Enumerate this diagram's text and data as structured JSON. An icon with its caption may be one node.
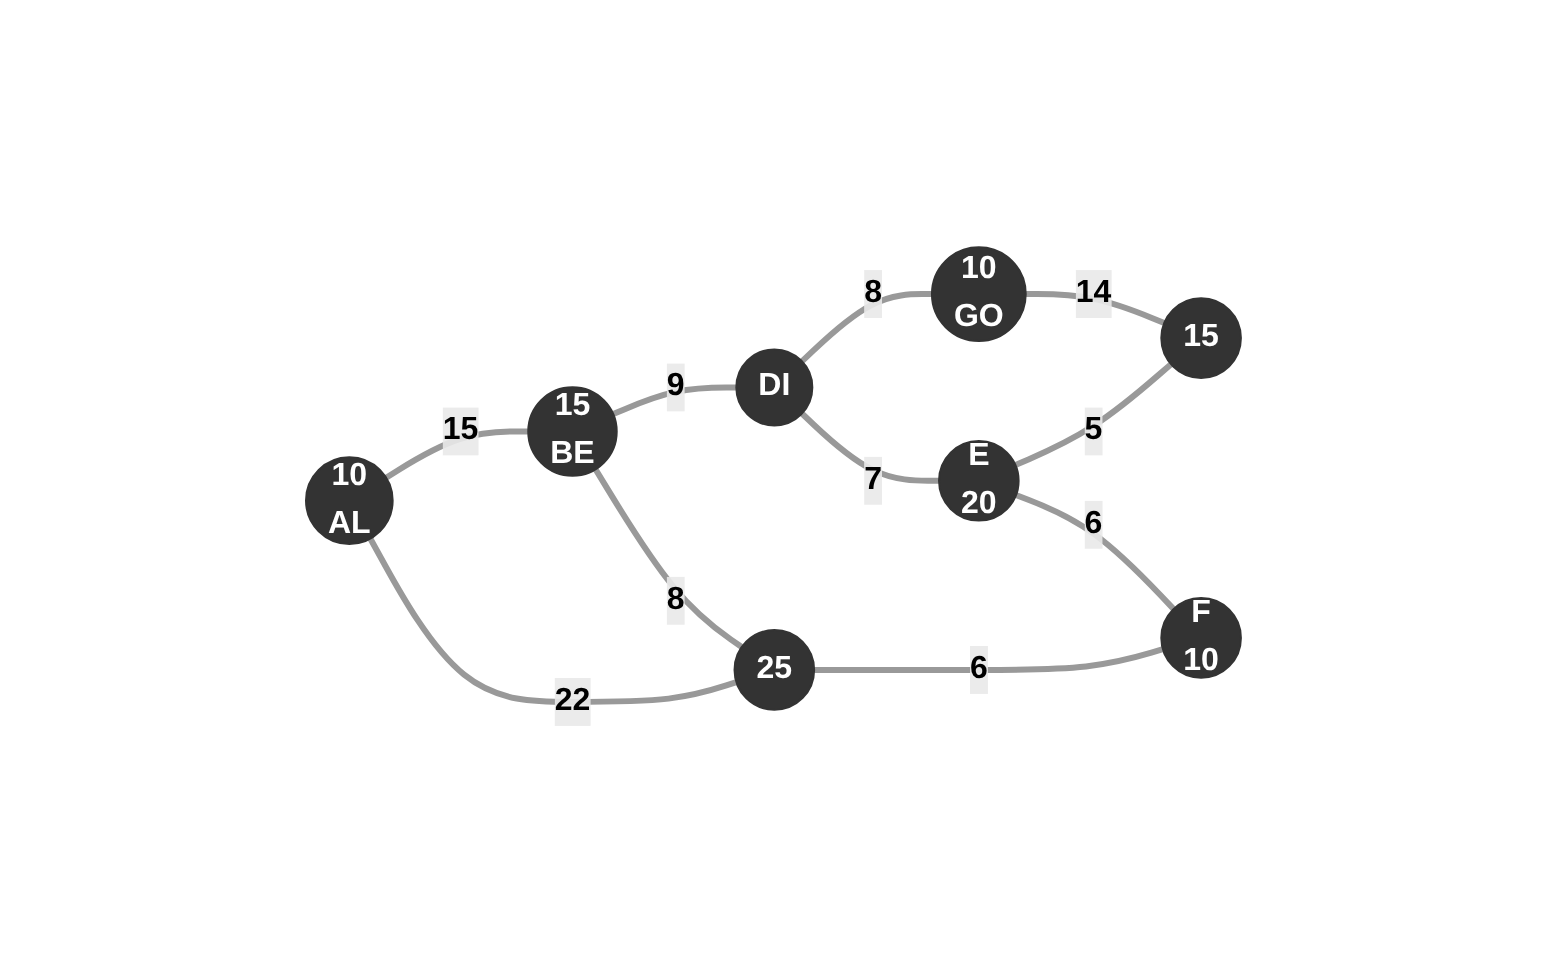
{
  "diagram": {
    "nodes": [
      {
        "text": [
          "10",
          "AL"
        ]
      },
      {
        "text": [
          "15",
          "BE"
        ]
      },
      {
        "text": [
          "DI"
        ]
      },
      {
        "text": [
          "10",
          "GO"
        ]
      },
      {
        "text": [
          "E",
          "20"
        ]
      },
      {
        "text": [
          "15"
        ]
      },
      {
        "text": [
          "25"
        ]
      },
      {
        "text": [
          "F",
          "10"
        ]
      }
    ],
    "edges": [
      {
        "from": 0,
        "to": 1,
        "arrow": "none",
        "label": "15"
      },
      {
        "from": 0,
        "to": 6,
        "arrow": "none",
        "label": "22"
      },
      {
        "from": 1,
        "to": 2,
        "arrow": "none",
        "label": "9"
      },
      {
        "from": 1,
        "to": 6,
        "arrow": "none",
        "label": "8"
      },
      {
        "from": 2,
        "to": 3,
        "arrow": "none",
        "label": "8"
      },
      {
        "from": 2,
        "to": 4,
        "arrow": "none",
        "label": "7"
      },
      {
        "from": 3,
        "to": 5,
        "arrow": "none",
        "label": "14"
      },
      {
        "from": 4,
        "to": 5,
        "arrow": "none",
        "label": "5"
      },
      {
        "from": 4,
        "to": 7,
        "arrow": "none",
        "label": "6"
      },
      {
        "from": 6,
        "to": 7,
        "arrow": "none",
        "label": "6"
      }
    ]
  }
}
